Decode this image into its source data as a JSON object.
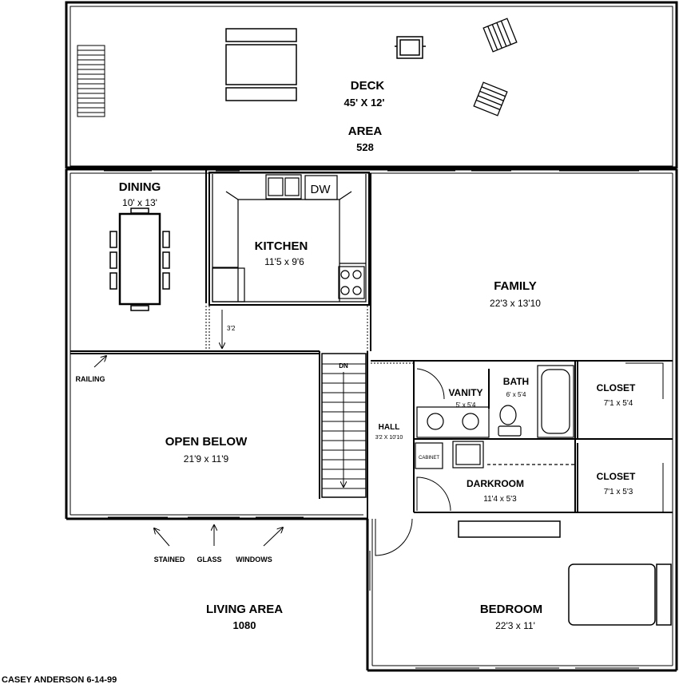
{
  "rooms": {
    "deck": {
      "name": "DECK",
      "dims": "45' X 12'",
      "area_label": "AREA",
      "area_value": "528"
    },
    "dining": {
      "name": "DINING",
      "dims": "10' x 13'"
    },
    "kitchen": {
      "name": "KITCHEN",
      "dims": "11'5 x 9'6",
      "dw": "DW",
      "passage": "3'2"
    },
    "family": {
      "name": "FAMILY",
      "dims": "22'3 x 13'10"
    },
    "vanity": {
      "name": "VANITY",
      "dims": "5' x 5'4"
    },
    "bath": {
      "name": "BATH",
      "dims": "6' x 5'4"
    },
    "closet1": {
      "name": "CLOSET",
      "dims": "7'1 x 5'4"
    },
    "closet2": {
      "name": "CLOSET",
      "dims": "7'1 x 5'3"
    },
    "hall": {
      "name": "HALL",
      "dims": "3'2 X 10'10"
    },
    "cabinet": {
      "name": "CABINET"
    },
    "darkroom": {
      "name": "DARKROOM",
      "dims": "11'4 x 5'3"
    },
    "open_below": {
      "name": "OPEN BELOW",
      "dims": "21'9 x 11'9"
    },
    "bedroom": {
      "name": "BEDROOM",
      "dims": "22'3 x 11'"
    },
    "stairs": {
      "dn": "DN"
    }
  },
  "annotations": {
    "railing": "RAILING",
    "stained": "STAINED",
    "glass": "GLASS",
    "windows": "WINDOWS"
  },
  "living_area": {
    "label": "LIVING AREA",
    "value": "1080"
  },
  "credit": "CASEY ANDERSON 6-14-99"
}
